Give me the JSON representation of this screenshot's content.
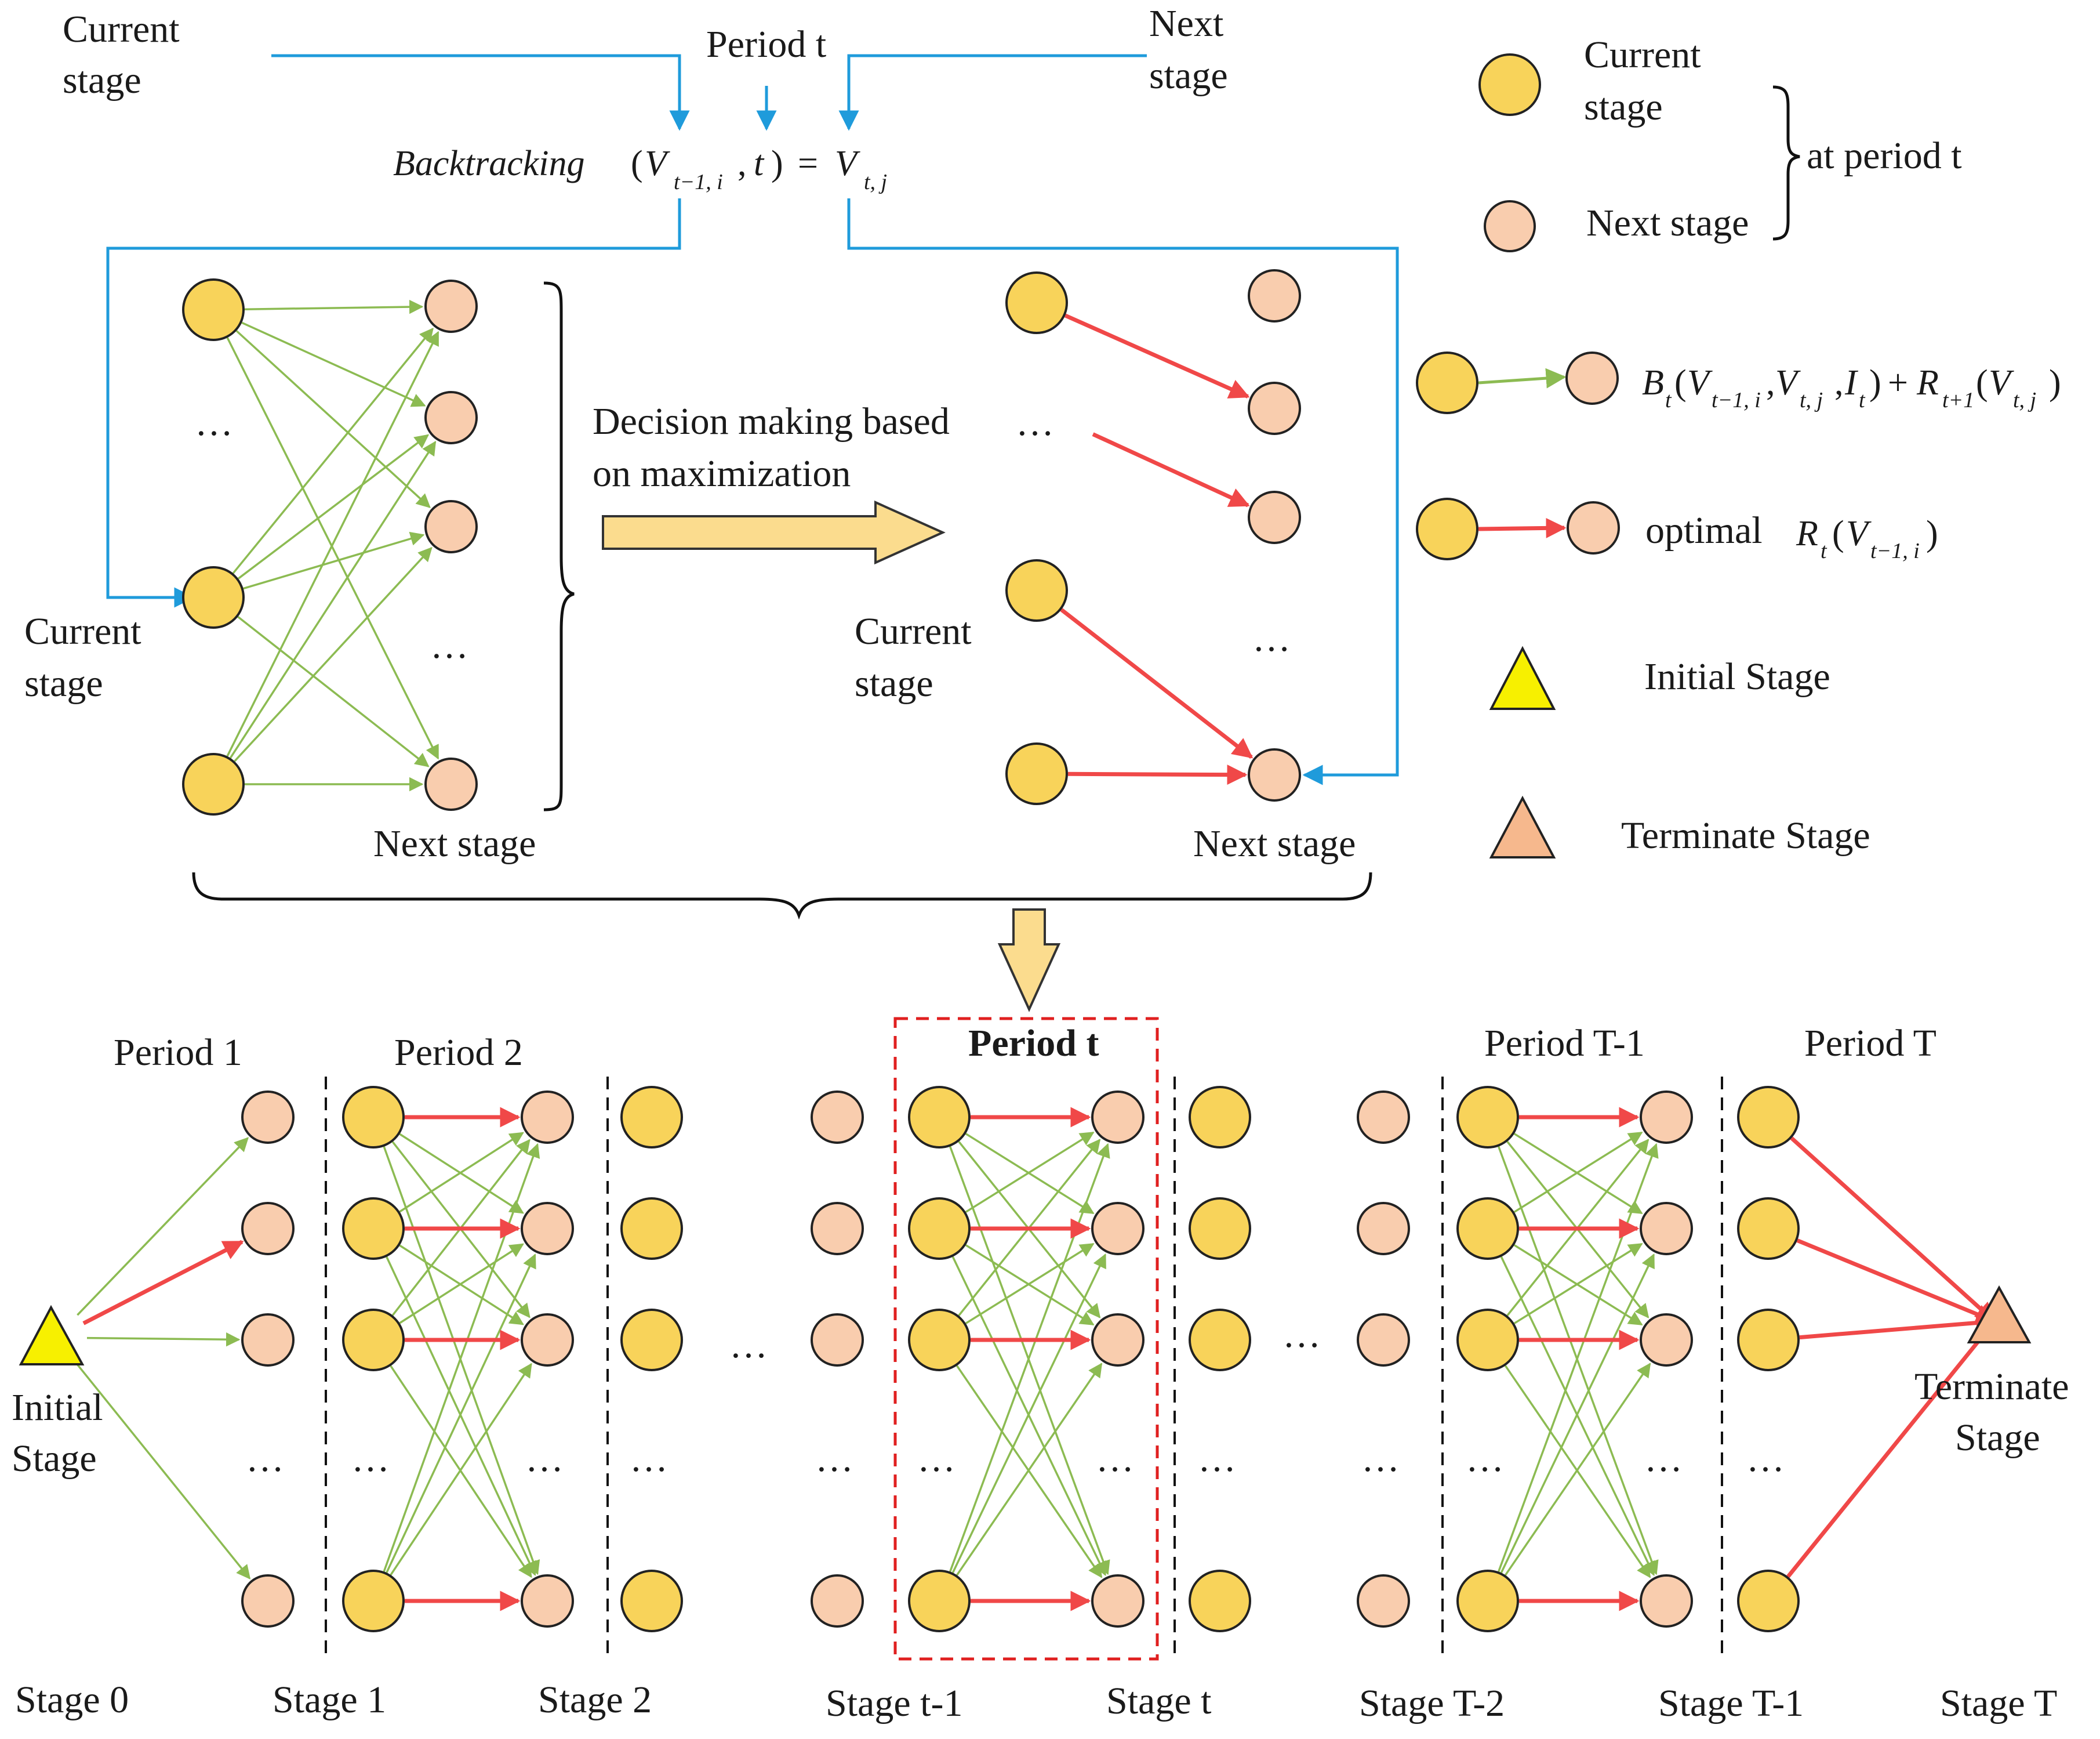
{
  "colors": {
    "current_node": "#F8D35A",
    "next_node": "#F9CDAE",
    "node_stroke": "#222222",
    "green_edge": "#8CBB52",
    "red_edge": "#F04848",
    "blue_connector": "#1F9BDB",
    "block_arrow": "#FBDC8E",
    "initial_triangle": "#F7F000",
    "terminate_triangle": "#F6B88D",
    "highlight_box": "#E02020"
  },
  "top": {
    "current_stage_label": [
      "Current",
      "stage"
    ],
    "period_label": "Period t",
    "next_stage_label": [
      "Next",
      "stage"
    ],
    "equation": {
      "func": "Backtracking",
      "v": "V",
      "t": "t",
      "sub_prev": "t−1, i",
      "sub_curr": "t, j",
      "comma": ",",
      "equals": "="
    },
    "left_panel": {
      "current_stage_label": [
        "Current",
        "stage"
      ],
      "next_stage_label": "Next stage",
      "ellipsis": "…"
    },
    "decision_label": [
      "Decision making based",
      "on maximization"
    ],
    "right_panel": {
      "current_stage_label": [
        "Current",
        "stage"
      ],
      "next_stage_label": "Next stage",
      "ellipsis": "…"
    }
  },
  "legend": {
    "current_stage": [
      "Current",
      "stage"
    ],
    "next_stage": "Next stage",
    "at_period": "at period t",
    "green_formula": {
      "B": "B",
      "R": "R",
      "V": "V",
      "I": "I",
      "t": "t",
      "sub_prev": "t−1, i",
      "sub_curr": "t, j",
      "sub_next": "t+1",
      "plus": "+"
    },
    "red_formula": {
      "text": "optimal",
      "R": "R",
      "V": "V",
      "t": "t",
      "sub_prev": "t−1, i"
    },
    "initial_stage": "Initial Stage",
    "terminate_stage": "Terminate Stage"
  },
  "bottom": {
    "periods": [
      "Period 1",
      "Period 2",
      "Period t",
      "Period T-1",
      "Period T"
    ],
    "stages": [
      "Stage 0",
      "Stage 1",
      "Stage 2",
      "Stage t-1",
      "Stage t",
      "Stage T-2",
      "Stage T-1",
      "Stage T"
    ],
    "initial_label": [
      "Initial",
      "Stage"
    ],
    "terminate_label": [
      "Terminate",
      "Stage"
    ],
    "ellipsis": "…"
  }
}
